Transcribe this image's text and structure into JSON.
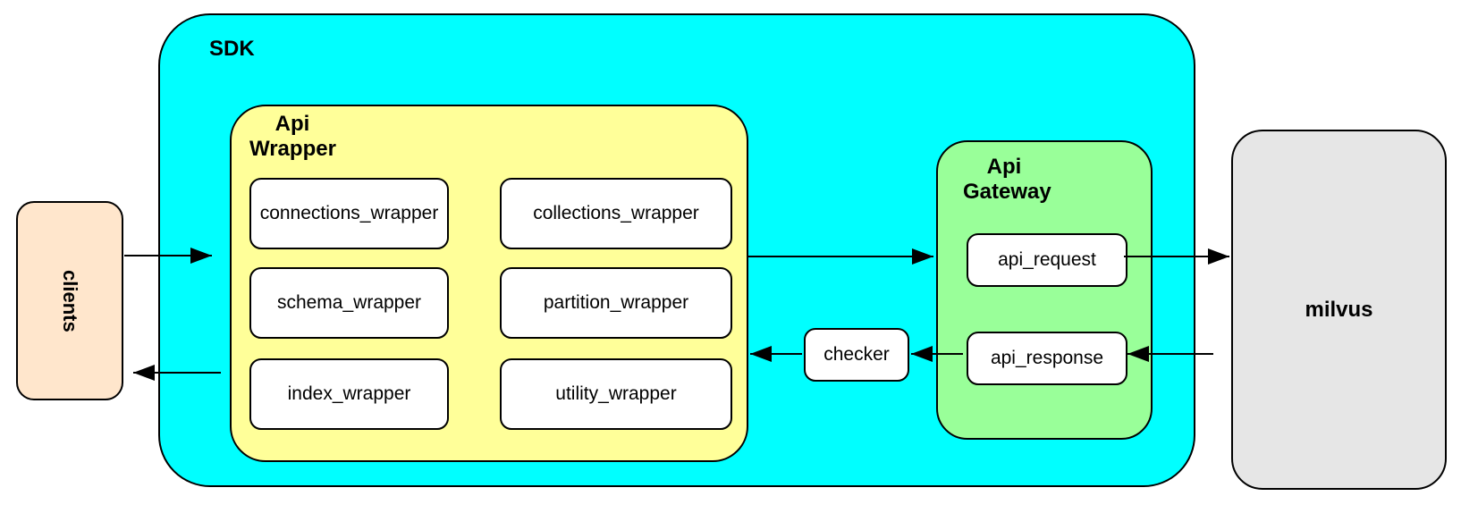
{
  "diagram": {
    "clients": {
      "label": "clients"
    },
    "sdk": {
      "label": "SDK"
    },
    "api_wrapper": {
      "label_line1": "Api",
      "label_line2": "Wrapper",
      "boxes": [
        "connections_wrapper",
        "collections_wrapper",
        "schema_wrapper",
        "partition_wrapper",
        "index_wrapper",
        "utility_wrapper"
      ]
    },
    "checker": {
      "label": "checker"
    },
    "api_gateway": {
      "label_line1": "Api",
      "label_line2": "Gateway",
      "request_label": "api_request",
      "response_label": "api_response"
    },
    "milvus": {
      "label": "milvus"
    },
    "colors": {
      "sdk_fill": "#00FFFF",
      "api_wrapper_fill": "#FFFF99",
      "api_gateway_fill": "#99FF99",
      "clients_fill": "#FFE6CC",
      "milvus_fill": "#E6E6E6",
      "node_fill": "#FFFFFF",
      "border": "#000000",
      "canvas": "#FFFFFF"
    }
  }
}
